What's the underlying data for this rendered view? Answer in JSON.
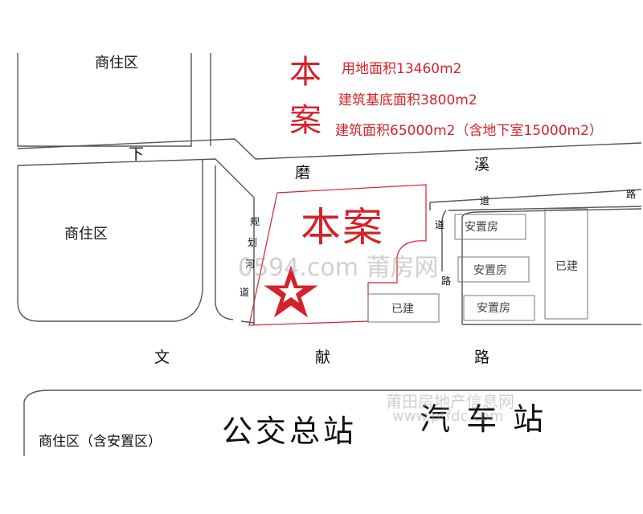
{
  "blocks": {
    "top_left": "商住区",
    "mid_left": "商住区",
    "bottom_left": "商住区（含安置区）"
  },
  "roads": {
    "moxi": [
      "下",
      "磨",
      "溪"
    ],
    "wenxian": [
      "文",
      "献",
      "路"
    ],
    "planned_river_road": [
      "规",
      "划",
      "河",
      "道"
    ],
    "side_road": [
      "道",
      "路",
      "道",
      "路"
    ]
  },
  "project": {
    "title_top": "本",
    "title_bottom": "案",
    "site_label": "本案",
    "stats": [
      "用地面积13460m2",
      "建筑基底面积3800m2",
      "建筑面积65000m2（含地下室15000m2）"
    ]
  },
  "buildings": {
    "resettlement_1": "安置房",
    "resettlement_2": "安置房",
    "resettlement_3": "安置房",
    "built_1": "已建",
    "built_2": "已建"
  },
  "landmarks": {
    "bus_station": "公交总站",
    "coach_station": "汽 车 站"
  },
  "watermarks": {
    "center": "0594.com 莆房网",
    "bottom_1": "莆田房地产信息网",
    "bottom_2": "www.ptfdc.com"
  },
  "colors": {
    "accent_red": "#d3232a",
    "line": "#555555"
  },
  "icons": {
    "site_marker": "star-icon"
  }
}
